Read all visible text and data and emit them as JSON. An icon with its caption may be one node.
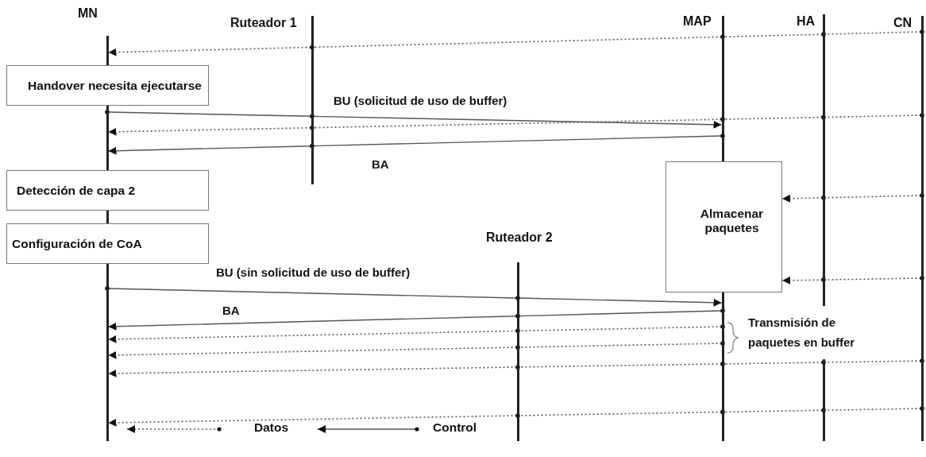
{
  "diagram": {
    "nodes": [
      {
        "text": [],
        "shape": "line",
        "beside": [
          "MN"
        ]
      },
      {
        "text": [],
        "shape": "line",
        "beside": [
          "Ruteador 1"
        ]
      },
      {
        "text": [],
        "shape": "line",
        "beside": [
          "MAP"
        ]
      },
      {
        "text": [],
        "shape": "line",
        "beside": [
          "HA"
        ]
      },
      {
        "text": [],
        "shape": "line",
        "beside": [
          "CN"
        ]
      },
      {
        "text": [
          "Handover necesita ejecutarse"
        ]
      },
      {
        "text": [
          "Detección de capa 2"
        ]
      },
      {
        "text": [
          "Configuración de CoA"
        ]
      },
      {
        "text": [],
        "shape": "line",
        "beside": [
          "Ruteador 2"
        ]
      },
      {
        "text": [
          "Almacenar paquetes"
        ]
      }
    ],
    "edges": [
      {
        "from": 4,
        "to": 3,
        "arrow": "none",
        "style": "dashed"
      },
      {
        "from": 3,
        "to": 2,
        "arrow": "none",
        "style": "dashed"
      },
      {
        "from": 2,
        "to": 1,
        "arrow": "none",
        "style": "dashed"
      },
      {
        "from": 1,
        "to": 0,
        "arrow": "to",
        "style": "dashed"
      },
      {
        "from": 0,
        "to": 1,
        "arrow": "none"
      },
      {
        "from": 1,
        "to": 2,
        "arrow": "to",
        "label": "BU (solicitud de uso de buffer)"
      },
      {
        "from": 4,
        "to": 3,
        "arrow": "none",
        "style": "dashed"
      },
      {
        "from": 3,
        "to": 2,
        "arrow": "none",
        "style": "dashed"
      },
      {
        "from": 2,
        "to": 1,
        "arrow": "none",
        "style": "dashed"
      },
      {
        "from": 1,
        "to": 0,
        "arrow": "to",
        "style": "dashed"
      },
      {
        "from": 2,
        "to": 1,
        "arrow": "none",
        "label": "BA"
      },
      {
        "from": 1,
        "to": 0,
        "arrow": "to"
      },
      {
        "from": 4,
        "to": 3,
        "arrow": "none",
        "style": "dashed"
      },
      {
        "from": 3,
        "to": 9,
        "arrow": "to",
        "style": "dashed"
      },
      {
        "from": 4,
        "to": 3,
        "arrow": "none",
        "style": "dashed"
      },
      {
        "from": 3,
        "to": 9,
        "arrow": "to",
        "style": "dashed"
      },
      {
        "from": 0,
        "to": 8,
        "arrow": "none",
        "label": "BU (sin solicitud de uso de buffer)"
      },
      {
        "from": 8,
        "to": 2,
        "arrow": "to"
      },
      {
        "from": 2,
        "to": 8,
        "arrow": "none"
      },
      {
        "from": 8,
        "to": 0,
        "arrow": "to",
        "label": "BA"
      },
      {
        "from": 2,
        "to": 8,
        "arrow": "none",
        "style": "dashed"
      },
      {
        "from": 8,
        "to": 0,
        "arrow": "to",
        "style": "dashed"
      },
      {
        "from": 2,
        "to": 8,
        "arrow": "none",
        "style": "dashed"
      },
      {
        "from": 8,
        "to": 0,
        "arrow": "to",
        "style": "dashed"
      },
      {
        "from": 4,
        "to": 3,
        "arrow": "none",
        "style": "dashed"
      },
      {
        "from": 3,
        "to": 2,
        "arrow": "none",
        "style": "dashed"
      },
      {
        "from": 2,
        "to": 8,
        "arrow": "none",
        "style": "dashed"
      },
      {
        "from": 8,
        "to": 0,
        "arrow": "to",
        "style": "dashed"
      },
      {
        "from": 4,
        "to": 3,
        "arrow": "none",
        "style": "dashed"
      },
      {
        "from": 3,
        "to": 2,
        "arrow": "none",
        "style": "dashed"
      },
      {
        "from": 2,
        "to": 8,
        "arrow": "none",
        "style": "dashed"
      },
      {
        "from": 8,
        "to": 0,
        "arrow": "to",
        "style": "dashed"
      }
    ],
    "labels": [
      "Transmisión de paquetes en buffer"
    ],
    "legend": [
      {
        "text": "Datos"
      },
      {
        "text": "Control"
      }
    ]
  }
}
